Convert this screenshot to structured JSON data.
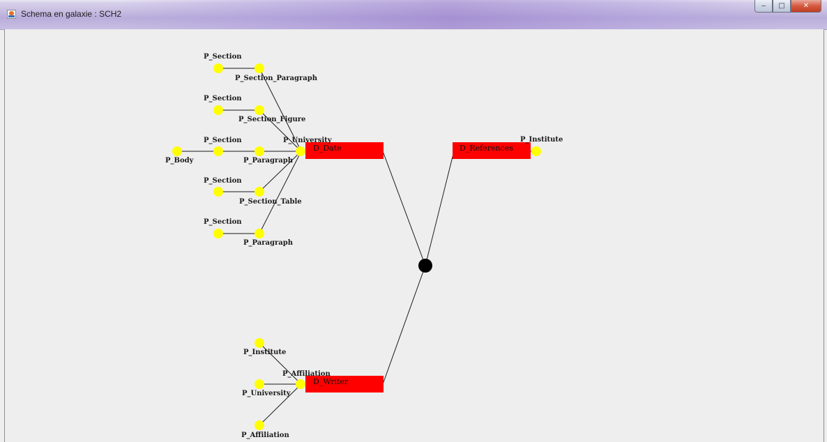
{
  "window": {
    "title": "Schema en galaxie : SCH2",
    "controls": {
      "minimize": "‒",
      "maximize": "□",
      "close": "✕"
    }
  },
  "colors": {
    "dimension": "#ff0000",
    "parameter": "#ffff00",
    "fact": "#000000",
    "edge": "#1a1a1a"
  },
  "diagram": {
    "dimensions": [
      {
        "id": "date",
        "label": "D_Date"
      },
      {
        "id": "references",
        "label": "D_References"
      },
      {
        "id": "writer",
        "label": "D_Writer"
      }
    ],
    "labels": {
      "section_1": "P_Section",
      "section_paragraph": "P_Section_Paragraph",
      "section_2": "P_Section",
      "section_figure": "P_Section_Figure",
      "section_3": "P_Section",
      "university_top": "P_University",
      "body": "P_Body",
      "paragraph_1": "P_Paragraph",
      "section_4": "P_Section",
      "section_table": "P_Section_Table",
      "section_5": "P_Section",
      "paragraph_2": "P_Paragraph",
      "institute_right": "P_Institute",
      "institute_bottom": "P_Institute",
      "affiliation_top": "P_Affiliation",
      "university_bottom": "P_University",
      "affiliation_bottom": "P_Affiliation"
    }
  }
}
